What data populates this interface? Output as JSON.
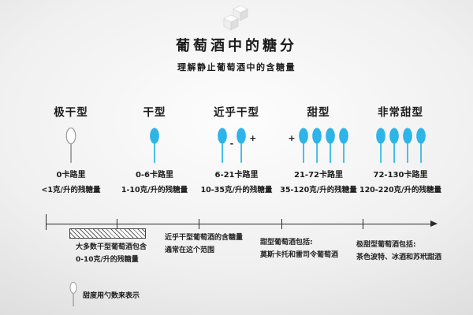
{
  "header": {
    "title": "葡萄酒中的糖分",
    "subtitle": "理解静止葡萄酒中的含糖量"
  },
  "colors": {
    "spoon_fill": "#2db4e8",
    "spoon_empty_stroke": "#9a9a9a",
    "text": "#1b1b1b"
  },
  "categories": [
    {
      "name": "极干型",
      "calories": "0卡路里",
      "residual_sugar": "<1克/升的残糖量",
      "spoon_count": 1,
      "spoon_style": "empty",
      "sign_left": "",
      "sign_mid": "",
      "sign_right": ""
    },
    {
      "name": "干型",
      "calories": "0-6卡路里",
      "residual_sugar": "1-10克/升的残糖量",
      "spoon_count": 1,
      "spoon_style": "filled",
      "sign_left": "",
      "sign_mid": "",
      "sign_right": ""
    },
    {
      "name": "近乎干型",
      "calories": "6-21卡路里",
      "residual_sugar": "10-35克/升的残糖量",
      "spoon_count": 2,
      "spoon_style": "filled",
      "sign_left": "",
      "sign_mid": "-",
      "sign_right": "+"
    },
    {
      "name": "甜型",
      "calories": "21-72卡路里",
      "residual_sugar": "35-120克/升的残糖量",
      "spoon_count": 4,
      "spoon_style": "filled",
      "sign_left": "+",
      "sign_mid": "",
      "sign_right": ""
    },
    {
      "name": "非常甜型",
      "calories": "72-130卡路里",
      "residual_sugar": "120-220克/升的残糖量",
      "spoon_count": 4,
      "spoon_style": "filled",
      "sign_left": "",
      "sign_mid": "",
      "sign_right": ""
    }
  ],
  "notes": [
    {
      "lines": [
        "大多数干型葡萄酒包含",
        "0-10克/升的残糖量"
      ]
    },
    {
      "lines": [
        "近乎干型葡萄酒的含糖量",
        "通常在这个范围"
      ]
    },
    {
      "lines": [
        "甜型葡萄酒包括:",
        "莫斯卡托和雷司令葡萄酒"
      ]
    },
    {
      "lines": [
        "极甜型葡萄酒包括:",
        "茶色波特、冰酒和苏玳甜酒"
      ]
    }
  ],
  "legend": {
    "label": "甜度用勺数来表示"
  }
}
